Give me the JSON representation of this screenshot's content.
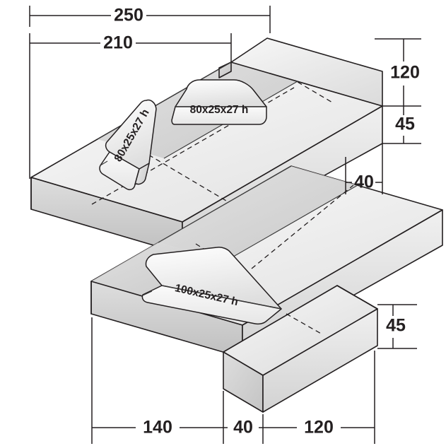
{
  "drawing": {
    "title": "Isometric paving stone dimension drawing",
    "units": "mm",
    "dimensions": {
      "top_overall": "250",
      "top_inner": "210",
      "right_total_height": "120",
      "right_slab_height": "45",
      "right_ledge_width": "40",
      "bottom_slab_height": "45",
      "bottom_left": "140",
      "bottom_middle": "40",
      "bottom_right": "120"
    },
    "labels": {
      "upper_rear_block": "80x25x27 h",
      "upper_left_block": "80x25x27 h",
      "lower_block": "100x25x27 h"
    },
    "colors": {
      "ink": "#231f20",
      "face_top": "#f2f2f2",
      "face_top_shade": "#d9d9d9",
      "face_side_left": "#cfcfcf",
      "face_side_right": "#e4e4e4",
      "background": "#ffffff"
    }
  }
}
